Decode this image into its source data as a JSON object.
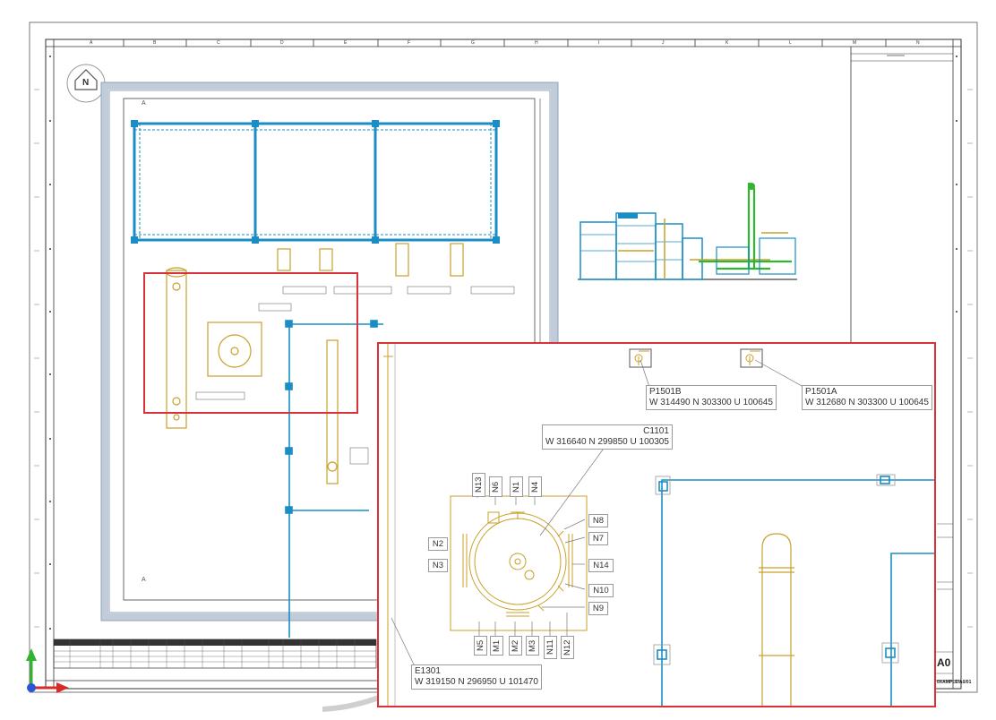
{
  "north_label": "N",
  "ruler_letters_top": [
    "A",
    "B",
    "C",
    "D",
    "E",
    "F",
    "G",
    "H",
    "I",
    "J",
    "K",
    "L",
    "M",
    "N"
  ],
  "corner_letter": "A",
  "sheet_size": "A0",
  "sheet_no": "0XAMPLE/A0/01",
  "callouts": {
    "pump_b": {
      "name": "P1501B",
      "coords": "W 314490  N 303300  U 100645"
    },
    "pump_a": {
      "name": "P1501A",
      "coords": "W 312680  N 303300  U 100645"
    },
    "column": {
      "name": "C1101",
      "coords": "W 316640  N 299850  U 100305"
    },
    "exchanger": {
      "name": "E1301",
      "coords": "W 319150  N 296950  U 101470"
    }
  },
  "nozzles": {
    "top": [
      "N13",
      "N6",
      "N1",
      "N4"
    ],
    "left": [
      "N2",
      "N3"
    ],
    "right": [
      "N8",
      "N7",
      "N14",
      "N10",
      "N9"
    ],
    "bottom": [
      "N5",
      "M1",
      "M2",
      "M3",
      "N11",
      "N12"
    ]
  },
  "colors": {
    "frame_red": "#d9323a",
    "pipe_blue": "#1a8ec4",
    "equipment_gold": "#c9a02a",
    "axis_green": "#2fb52f",
    "axis_red": "#d92a2a",
    "axis_blue": "#2a55d9"
  },
  "icons": [
    "north-arrow-icon",
    "ucs-axis-icon"
  ]
}
